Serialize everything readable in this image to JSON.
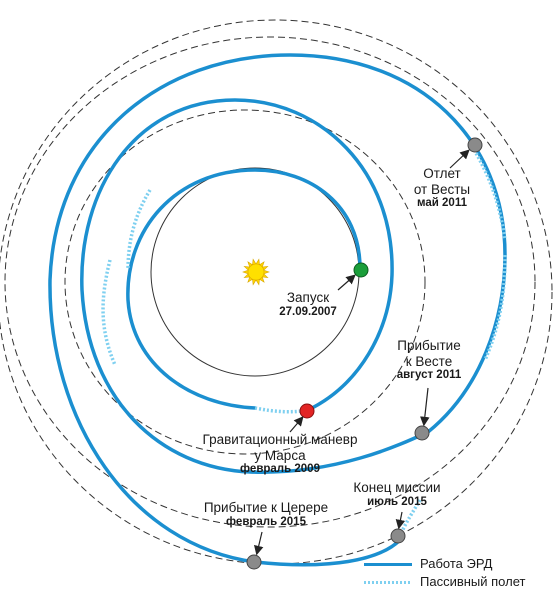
{
  "colors": {
    "propulsion": "#1b8fd0",
    "passive": "#7fd0f0",
    "guide": "#333333",
    "sun": "#ffd400",
    "launch": "#1a9e3a",
    "mars": "#e22424",
    "event": "#8a8a8a"
  },
  "labels": {
    "launch": {
      "main": "Запуск",
      "date": "27.09.2007"
    },
    "mars": {
      "main": "Гравитационный маневр\nу Марса",
      "date": "февраль 2009"
    },
    "vesta_arrive": {
      "main": "Прибытие\nк Весте",
      "date": "август 2011"
    },
    "vesta_depart": {
      "main": "Отлет\nот Весты",
      "date": "май 2011"
    },
    "ceres_arrive": {
      "main": "Прибытие к Церере",
      "date": "февраль 2015"
    },
    "mission_end": {
      "main": "Конец миссии",
      "date": "июль 2015"
    }
  },
  "legend": {
    "propulsion": "Работа ЭРД",
    "passive": "Пассивный полет"
  },
  "icons": {
    "sun": "sun-icon",
    "event_marker": "circle-marker-icon"
  }
}
